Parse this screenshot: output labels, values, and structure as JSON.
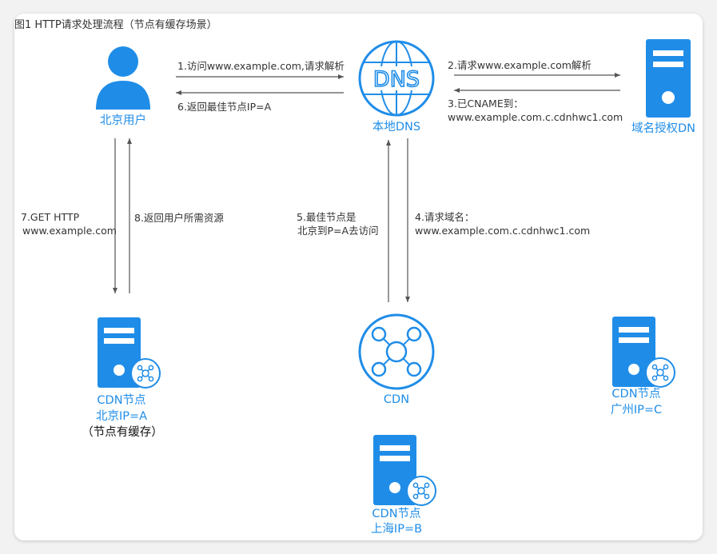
{
  "title": "图1 HTTP请求处理流程（节点有缓存场景）",
  "colors": {
    "accent": "#1f8de8",
    "arrow": "#555555",
    "text": "#333333"
  },
  "nodes": {
    "user": {
      "label": "北京用户",
      "icon": "user-icon"
    },
    "local_dns": {
      "label": "本地DNS",
      "icon_text": "DNS",
      "icon": "dns-globe-icon"
    },
    "auth_dns": {
      "label": "域名授权DN",
      "icon": "server-icon"
    },
    "cdn": {
      "label": "CDN",
      "icon": "cdn-network-icon"
    },
    "beijing": {
      "line1": "CDN节点",
      "line2": "北京IP=A",
      "line3": "（节点有缓存）",
      "icon": "server-icon"
    },
    "shanghai": {
      "line1": "CDN节点",
      "line2": "上海IP=B",
      "icon": "server-icon"
    },
    "guangzhou": {
      "line1": "CDN节点",
      "line2": "广州IP=C",
      "icon": "server-icon"
    }
  },
  "steps": {
    "s1": "1.访问www.example.com,请求解析",
    "s2": "2.请求www.example.com解析",
    "s3_line1": "3.已CNAME到：",
    "s3_line2": "www.example.com.c.cdnhwc1.com",
    "s4_line1": "4.请求域名：",
    "s4_line2": "www.example.com.c.cdnhwc1.com",
    "s5_line1": "5.最佳节点是",
    "s5_line2": "北京到P=A去访问",
    "s6": "6.返回最佳节点IP=A",
    "s7_line1": "7.GET HTTP",
    "s7_line2": "www.example.com",
    "s8": "8.返回用户所需资源"
  }
}
